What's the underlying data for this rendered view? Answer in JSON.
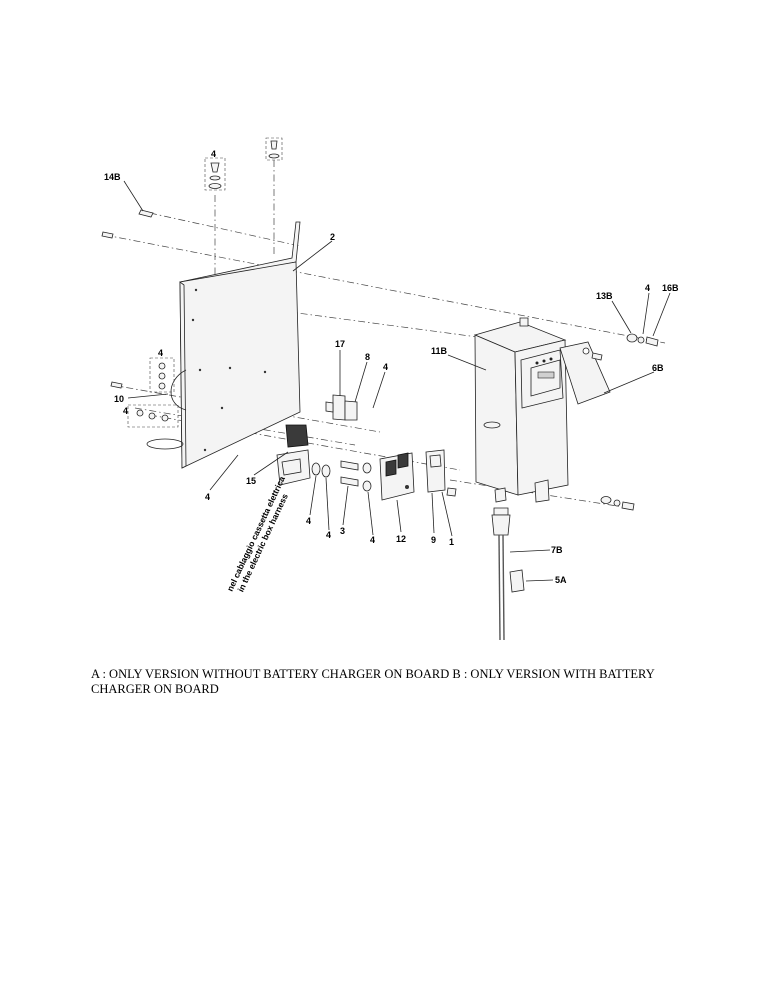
{
  "callouts": [
    {
      "id": "c-14b",
      "text": "14B"
    },
    {
      "id": "c-4a",
      "text": "4"
    },
    {
      "id": "c-2",
      "text": "2"
    },
    {
      "id": "c-13b",
      "text": "13B"
    },
    {
      "id": "c-4b",
      "text": "4"
    },
    {
      "id": "c-16b",
      "text": "16B"
    },
    {
      "id": "c-11b",
      "text": "11B"
    },
    {
      "id": "c-6b",
      "text": "6B"
    },
    {
      "id": "c-17",
      "text": "17"
    },
    {
      "id": "c-8",
      "text": "8"
    },
    {
      "id": "c-4c",
      "text": "4"
    },
    {
      "id": "c-4d",
      "text": "4"
    },
    {
      "id": "c-10",
      "text": "10"
    },
    {
      "id": "c-4e",
      "text": "4"
    },
    {
      "id": "c-15",
      "text": "15"
    },
    {
      "id": "c-4f",
      "text": "4"
    },
    {
      "id": "c-4g",
      "text": "4"
    },
    {
      "id": "c-4h",
      "text": "4"
    },
    {
      "id": "c-3",
      "text": "3"
    },
    {
      "id": "c-4i",
      "text": "4"
    },
    {
      "id": "c-12",
      "text": "12"
    },
    {
      "id": "c-9",
      "text": "9"
    },
    {
      "id": "c-1",
      "text": "1"
    },
    {
      "id": "c-7b",
      "text": "7B"
    },
    {
      "id": "c-5a",
      "text": "5A"
    }
  ],
  "harness_note_it": "nel cablaggio cassetta elettrica",
  "harness_note_en": "in the electric box harness",
  "caption": "A : ONLY VERSION WITHOUT BATTERY CHARGER ON BOARD B : ONLY VERSION WITH BATTERY CHARGER ON BOARD"
}
